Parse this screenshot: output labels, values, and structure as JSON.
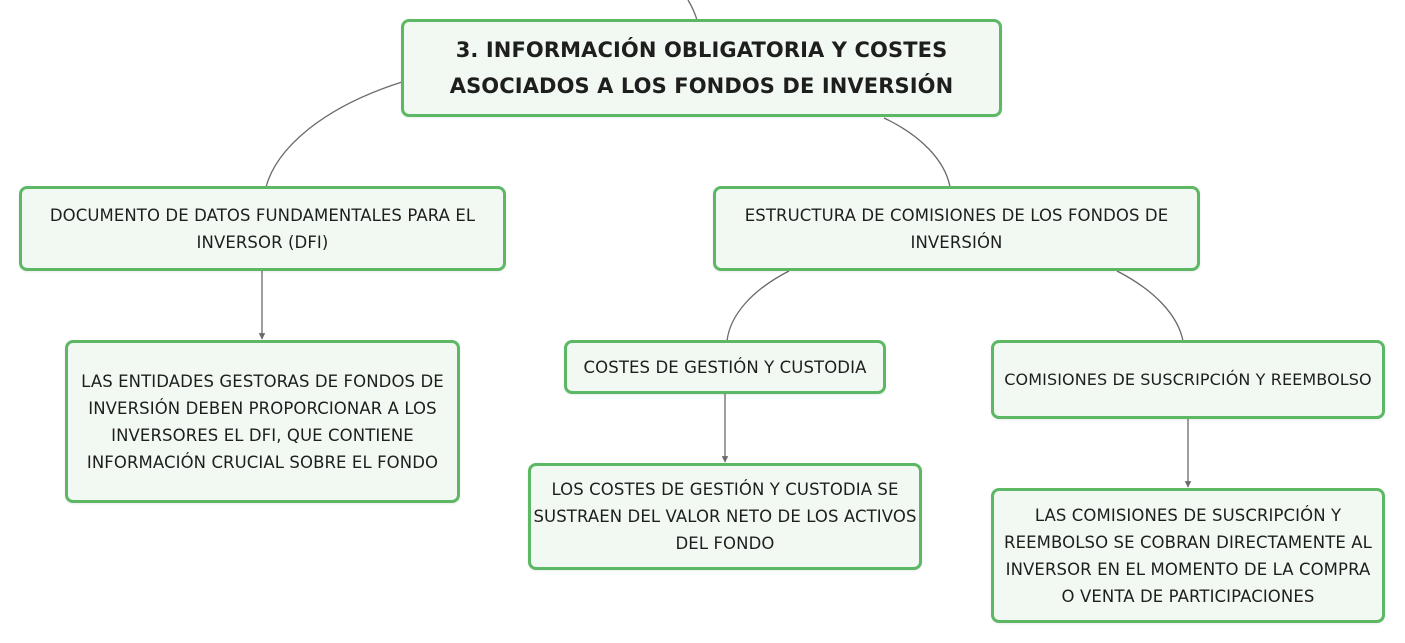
{
  "colors": {
    "node_border": "#5cb865",
    "node_fill": "#f2f9f2",
    "connector": "#6a6a6a",
    "text": "#1e1e1e"
  },
  "nodes": {
    "root": "3. INFORMACIÓN OBLIGATORIA Y COSTES ASOCIADOS A LOS FONDOS DE INVERSIÓN",
    "dfi": "DOCUMENTO DE DATOS FUNDAMENTALES PARA EL INVERSOR (DFI)",
    "dfi_detail": "LAS ENTIDADES GESTORAS DE FONDOS DE INVERSIÓN DEBEN PROPORCIONAR A LOS INVERSORES EL DFI, QUE CONTIENE INFORMACIÓN CRUCIAL SOBRE EL FONDO",
    "estructura": "ESTRUCTURA DE COMISIONES DE LOS FONDOS DE INVERSIÓN",
    "costes": "COSTES DE GESTIÓN Y CUSTODIA",
    "costes_detail": "LOS COSTES DE GESTIÓN Y CUSTODIA SE SUSTRAEN DEL VALOR NETO DE LOS ACTIVOS DEL FONDO",
    "comisiones": "COMISIONES DE SUSCRIPCIÓN Y REEMBOLSO",
    "comisiones_detail": "LAS COMISIONES DE SUSCRIPCIÓN Y REEMBOLSO SE COBRAN DIRECTAMENTE AL INVERSOR EN EL MOMENTO DE LA COMPRA O VENTA DE PARTICIPACIONES"
  }
}
